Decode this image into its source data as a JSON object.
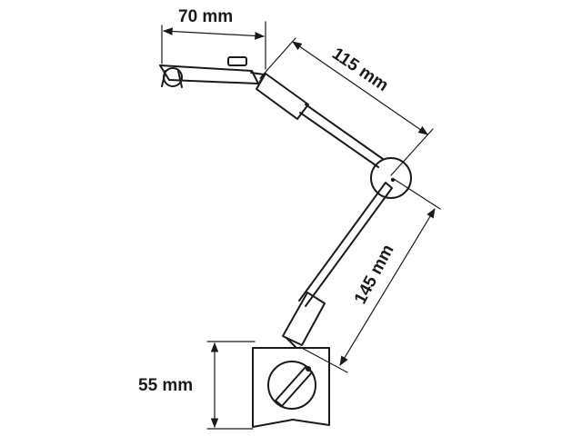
{
  "dimensions": {
    "holder_length": "70 mm",
    "upper_arm_length": "115 mm",
    "lower_arm_length": "145 mm",
    "base_height": "55 mm"
  },
  "colors": {
    "ink": "#1a1a1a",
    "background": "#ffffff"
  }
}
